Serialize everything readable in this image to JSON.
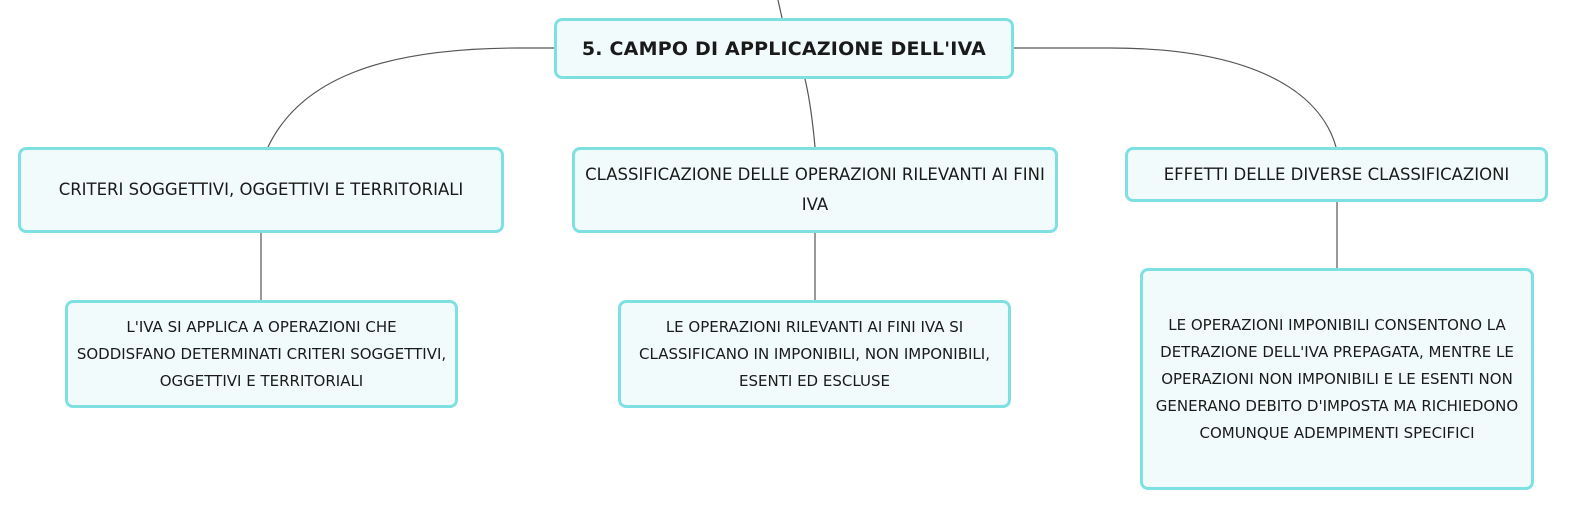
{
  "root": {
    "label": "5. CAMPO DI APPLICAZIONE DELL'IVA"
  },
  "categories": [
    {
      "label": "CRITERI SOGGETTIVI, OGGETTIVI E TERRITORIALI"
    },
    {
      "label": "CLASSIFICAZIONE DELLE OPERAZIONI RILEVANTI AI FINI IVA"
    },
    {
      "label": "EFFETTI DELLE DIVERSE CLASSIFICAZIONI"
    }
  ],
  "details": [
    {
      "label": "L'IVA SI APPLICA A OPERAZIONI CHE SODDISFANO DETERMINATI CRITERI SOGGETTIVI, OGGETTIVI E TERRITORIALI"
    },
    {
      "label": "LE OPERAZIONI RILEVANTI AI FINI IVA SI CLASSIFICANO IN IMPONIBILI, NON IMPONIBILI, ESENTI ED ESCLUSE"
    },
    {
      "label": "LE OPERAZIONI IMPONIBILI CONSENTONO LA DETRAZIONE DELL'IVA PREPAGATA, MENTRE LE OPERAZIONI NON IMPONIBILI E LE ESENTI NON GENERANO DEBITO D'IMPOSTA MA RICHIEDONO COMUNQUE ADEMPIMENTI SPECIFICI"
    }
  ],
  "colors": {
    "border": "#7fe0e4",
    "fill": "#f2fbfc",
    "connector": "#555555"
  }
}
